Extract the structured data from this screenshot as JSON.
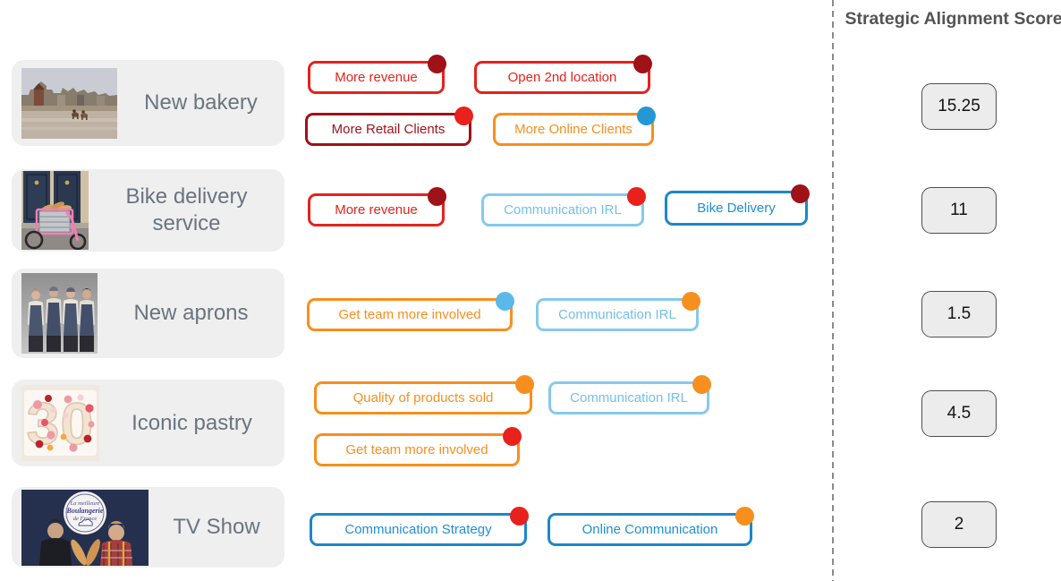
{
  "score_column": {
    "title": "Strategic Alignment Score"
  },
  "palette": {
    "red": "#e3231e",
    "dark_red": "#9e1218",
    "orange": "#f78f1e",
    "light_blue": "#85c9ee",
    "blue": "#1c87c9",
    "dot_blue": "#2398d4",
    "dot_light_blue": "#5bb9e9",
    "card_background": "#efefef",
    "score_box_background": "#ececec",
    "card_label_gray": "#6a7480",
    "header_gray": "#545454"
  },
  "projects": [
    {
      "label": "New bakery",
      "photo": "seaside-town-with-horse-riders-on-beach",
      "score": "15.25",
      "chips": [
        {
          "label": "More revenue",
          "color": "red",
          "dot": "dark_red"
        },
        {
          "label": "Open 2nd location",
          "color": "red",
          "dot": "dark_red"
        },
        {
          "label": "More Retail Clients",
          "color": "dark_red",
          "dot": "red"
        },
        {
          "label": "More Online Clients",
          "color": "orange",
          "dot": "dot_blue"
        }
      ]
    },
    {
      "label": "Bike delivery service",
      "photo": "pink-cargo-bike-with-baguettes-in-front-of-blue-doors",
      "score": "11",
      "chips": [
        {
          "label": "More revenue",
          "color": "red",
          "dot": "dark_red"
        },
        {
          "label": "Communication IRL",
          "color": "light_blue",
          "dot": "red"
        },
        {
          "label": "Bike Delivery",
          "color": "blue",
          "dot": "dark_red"
        }
      ]
    },
    {
      "label": "New aprons",
      "photo": "four-staff-members-wearing-navy-aprons",
      "score": "1.5",
      "chips": [
        {
          "label": "Get team more involved",
          "color": "orange",
          "dot": "dot_light_blue"
        },
        {
          "label": "Communication IRL",
          "color": "light_blue",
          "dot": "orange"
        }
      ]
    },
    {
      "label": "Iconic pastry",
      "photo": "number-30-cake-decorated-with-pink-and-red-sweets",
      "score": "4.5",
      "chips": [
        {
          "label": "Quality of products sold",
          "color": "orange",
          "dot": "orange"
        },
        {
          "label": "Communication IRL",
          "color": "light_blue",
          "dot": "orange"
        },
        {
          "label": "Get team more involved",
          "color": "orange",
          "dot": "red"
        }
      ]
    },
    {
      "label": "TV Show",
      "photo": "two-hosts-with-baguettes-and-round-show-logo",
      "score": "2",
      "logo": [
        "La meilleure",
        "Boulangerie",
        "de France"
      ],
      "chips": [
        {
          "label": "Communication Strategy",
          "color": "blue",
          "dot": "red"
        },
        {
          "label": "Online Communication",
          "color": "blue",
          "dot": "orange"
        }
      ]
    }
  ]
}
